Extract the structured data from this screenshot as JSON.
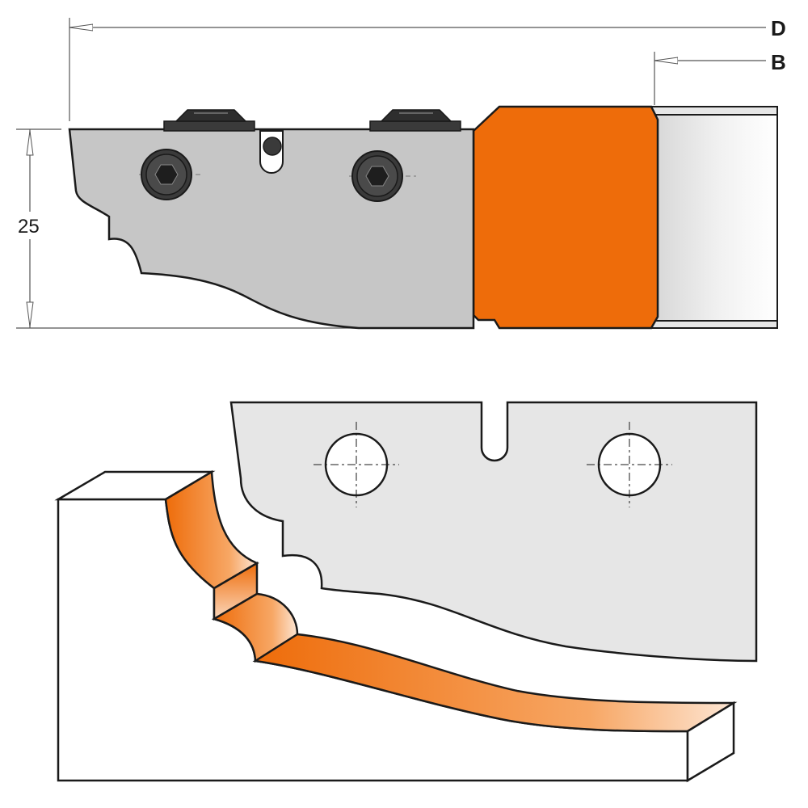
{
  "dimensions": {
    "outer_diameter_label": "D",
    "bore_label": "B",
    "height_value": "25"
  },
  "colors": {
    "steel": "#c6c6c6",
    "steel_light": "#e6e6e6",
    "orange": "#ee6c0a",
    "outline": "#1a1a1a",
    "bolt": "#3a3a3a",
    "dim_line": "#555555"
  },
  "icons": {
    "screw_head": "hex-socket-screw",
    "clamp": "clamp-block",
    "pin": "locating-pin"
  }
}
